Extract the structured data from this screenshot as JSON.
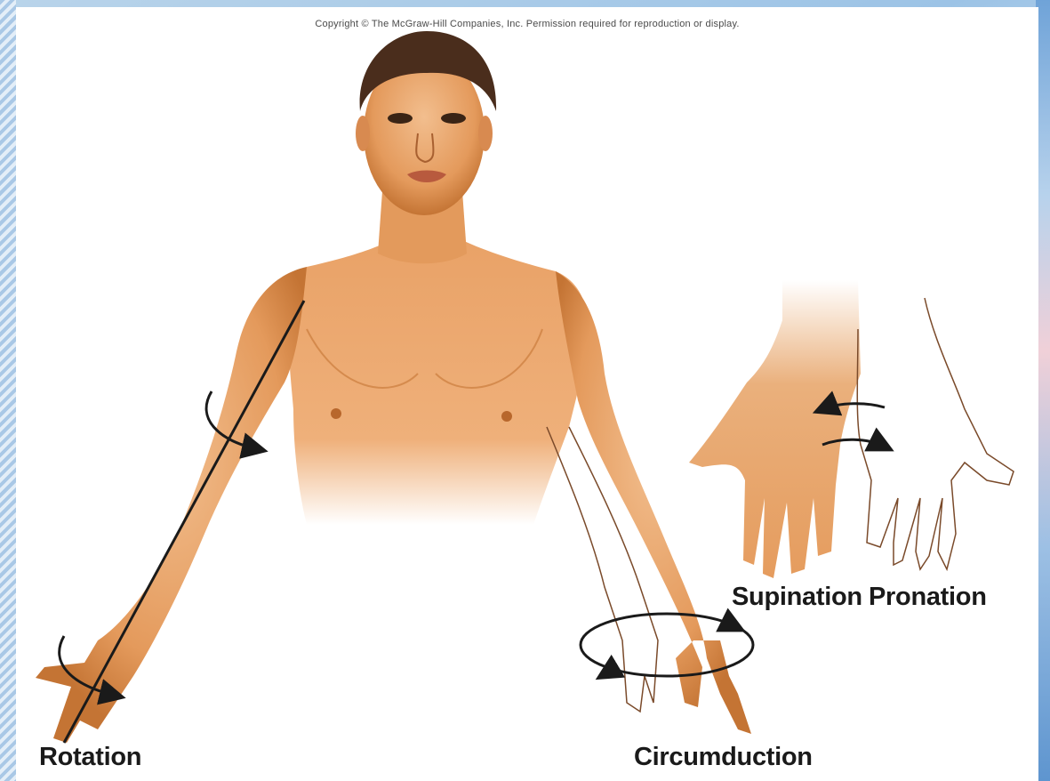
{
  "copyright": "Copyright © The McGraw-Hill Companies, Inc. Permission required for reproduction or display.",
  "labels": {
    "rotation": "Rotation",
    "circumduction": "Circumduction",
    "supination": "Supination",
    "pronation": "Pronation"
  },
  "colors": {
    "skin": "#e8a46a",
    "skin_shadow": "#c77a3e",
    "hair": "#4a2d1c",
    "outline": "#7a4a2a",
    "arrow": "#1a1a1a"
  }
}
